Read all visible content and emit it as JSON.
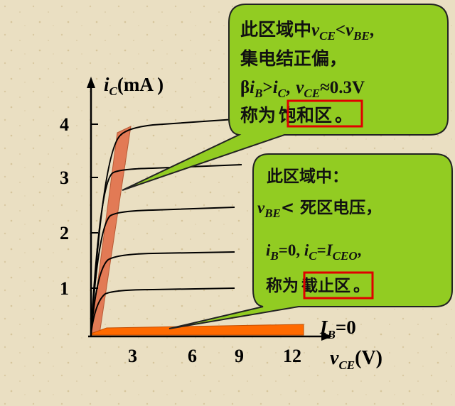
{
  "colors": {
    "background": "#eadfc2",
    "bubble_fill": "#92cc22",
    "bubble_stroke": "#222222",
    "highlight_box": "#e00000",
    "saturation_region": "#e27a55",
    "cutoff_region": "#ff6a00",
    "curve": "#000000"
  },
  "axes": {
    "y_label_main": "i",
    "y_label_sub": "C",
    "y_label_unit": "(mA )",
    "x_label_main": "v",
    "x_label_sub": "CE",
    "x_label_unit": "(V)",
    "y_ticks": [
      "1",
      "2",
      "3",
      "4"
    ],
    "x_ticks": [
      "3",
      "6",
      "9",
      "12"
    ]
  },
  "ib_label": {
    "main": "I",
    "sub": "B",
    "rest": "=0"
  },
  "bubble_saturation": {
    "line1_prefix": "此区域中",
    "line1_v1": "v",
    "line1_sub1": "CE",
    "line1_lt": "<",
    "line1_v2": "v",
    "line1_sub2": "BE",
    "line1_end": ",",
    "line2": "集电结正偏，",
    "line3_beta": "β",
    "line3_i1": "i",
    "line3_sub1": "B",
    "line3_gt": ">",
    "line3_i2": "i",
    "line3_sub2": "C",
    "line3_comma": ",",
    "line3_v": "v",
    "line3_sub3": "CE",
    "line3_approx": "≈0.3V",
    "line4_prefix": "称为",
    "line4_highlight": "饱和区",
    "line4_end": "。"
  },
  "bubble_cutoff": {
    "line1": "此区域中：",
    "line2_v": "v",
    "line2_sub": "BE",
    "line2_rest": "< 死区电压，",
    "line3_i1": "i",
    "line3_sub1": "B",
    "line3_eq1": "=0, ",
    "line3_i2": "i",
    "line3_sub2": "C",
    "line3_eq2": "=",
    "line3_I": "I",
    "line3_sub3": "CEO",
    "line3_end": ",",
    "line4_prefix": "称为",
    "line4_highlight": "截止区",
    "line4_end": "。"
  }
}
